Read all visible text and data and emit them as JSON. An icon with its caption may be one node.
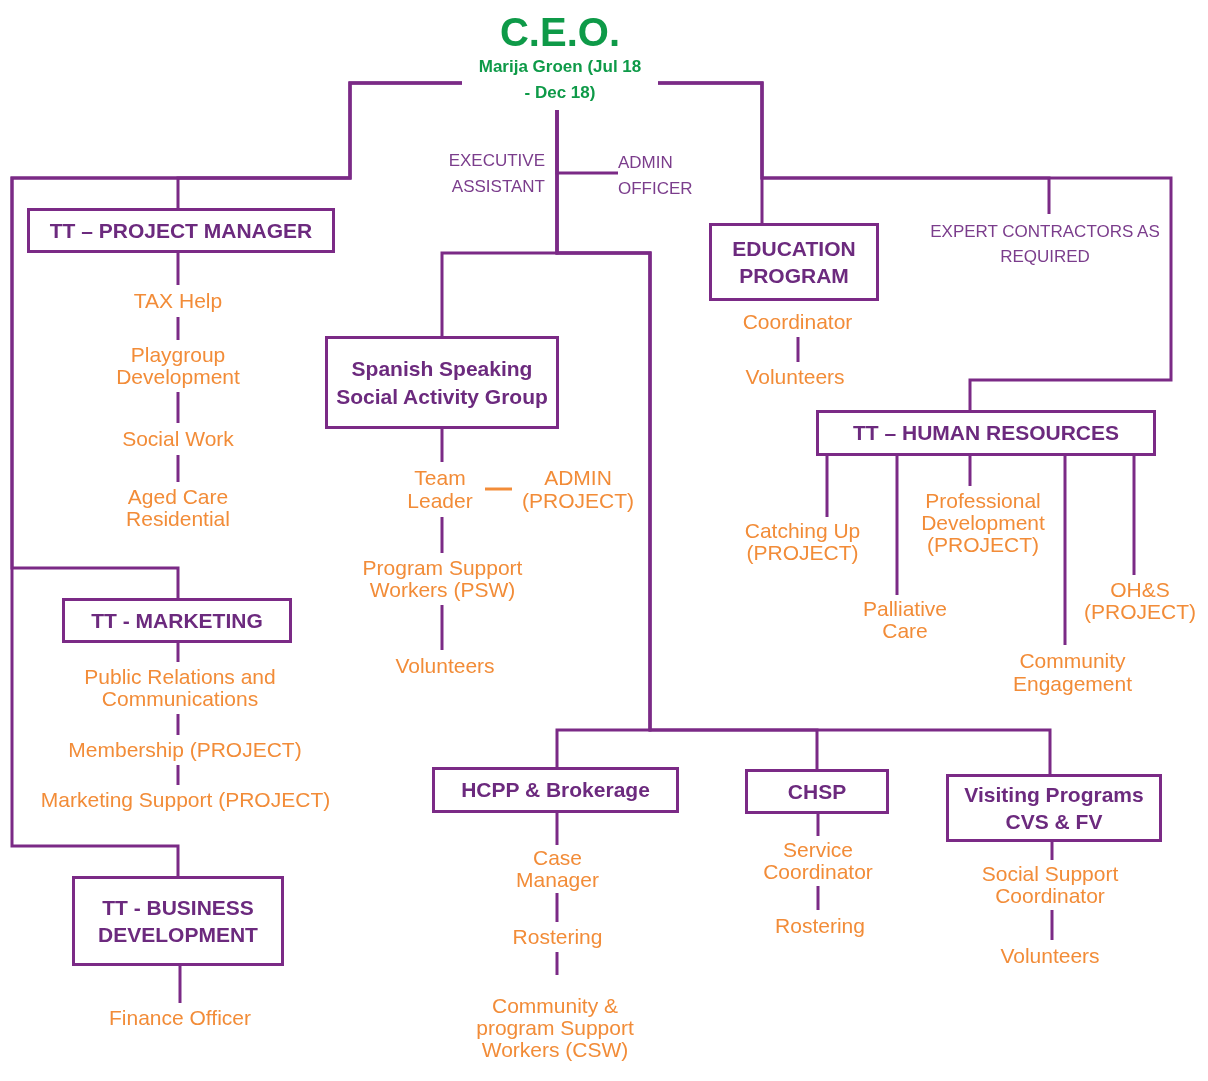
{
  "diagram": {
    "nodes": [
      {
        "text": [
          "C.E.O.",
          "Marija Groen (Jul 18 - Dec 18)"
        ]
      },
      {
        "text": [
          "ADMIN OFFICER"
        ]
      },
      {
        "text": [
          "TT – PROJECT MANAGER"
        ]
      },
      {
        "text": [
          "TAX Help"
        ]
      },
      {
        "text": [
          "Playgroup Development"
        ]
      },
      {
        "text": [
          "Social Work"
        ]
      },
      {
        "text": [
          "Aged Care Residential"
        ]
      },
      {
        "text": [
          "TT - MARKETING"
        ]
      },
      {
        "text": [
          "Public Relations and Communications"
        ]
      },
      {
        "text": [
          "Membership (PROJECT)"
        ]
      },
      {
        "text": [
          "Marketing Support (PROJECT)"
        ]
      },
      {
        "text": [
          "TT - BUSINESS DEVELOPMENT"
        ]
      },
      {
        "text": [
          "Finance Officer"
        ]
      },
      {
        "text": [
          "Spanish Speaking Social Activity Group"
        ]
      },
      {
        "text": [
          "Team Leader"
        ]
      },
      {
        "text": [
          "ADMIN (PROJECT)"
        ]
      },
      {
        "text": [
          "Program Support Workers (PSW)"
        ]
      },
      {
        "text": [
          "Volunteers"
        ]
      },
      {
        "text": [
          "EDUCATION PROGRAM"
        ]
      },
      {
        "text": [
          "Coordinator"
        ]
      },
      {
        "text": [
          "Volunteers"
        ]
      },
      {
        "text": [
          "EXPERT CONTRACTORS AS REQUIRED"
        ]
      },
      {
        "text": [
          "TT – HUMAN RESOURCES"
        ]
      },
      {
        "text": [
          "Catching Up (PROJECT)"
        ]
      },
      {
        "text": [
          "Palliative Care"
        ]
      },
      {
        "text": [
          "Professional Development (PROJECT)"
        ]
      },
      {
        "text": [
          "Community Engagement"
        ]
      },
      {
        "text": [
          "OH&S (PROJECT)"
        ]
      },
      {
        "text": [
          "HCPP & Brokerage"
        ]
      },
      {
        "text": [
          "Case Manager"
        ]
      },
      {
        "text": [
          "Rostering"
        ]
      },
      {
        "text": [
          "Community & program Support Workers (CSW)"
        ]
      },
      {
        "text": [
          "CHSP"
        ]
      },
      {
        "text": [
          "Service Coordinator"
        ]
      },
      {
        "text": [
          "Rostering"
        ]
      },
      {
        "text": [
          "Visiting Programs CVS & FV"
        ]
      },
      {
        "text": [
          "Social Support Coordinator"
        ]
      },
      {
        "text": [
          "Volunteers"
        ]
      }
    ],
    "edges": [
      {
        "from": 0,
        "to": 2,
        "arrow": "none"
      },
      {
        "from": 0,
        "to": 7,
        "arrow": "none"
      },
      {
        "from": 0,
        "to": 11,
        "arrow": "none"
      },
      {
        "from": 0,
        "to": 1,
        "arrow": "none"
      },
      {
        "from": 0,
        "to": 13,
        "arrow": "none"
      },
      {
        "from": 0,
        "to": 28,
        "arrow": "none"
      },
      {
        "from": 0,
        "to": 32,
        "arrow": "none"
      },
      {
        "from": 0,
        "to": 35,
        "arrow": "none"
      },
      {
        "from": 0,
        "to": 18,
        "arrow": "none"
      },
      {
        "from": 0,
        "to": 21,
        "arrow": "none"
      },
      {
        "from": 0,
        "to": 22,
        "arrow": "none"
      },
      {
        "from": 2,
        "to": 3,
        "arrow": "none"
      },
      {
        "from": 3,
        "to": 4,
        "arrow": "none"
      },
      {
        "from": 4,
        "to": 5,
        "arrow": "none"
      },
      {
        "from": 5,
        "to": 6,
        "arrow": "none"
      },
      {
        "from": 7,
        "to": 8,
        "arrow": "none"
      },
      {
        "from": 8,
        "to": 9,
        "arrow": "none"
      },
      {
        "from": 9,
        "to": 10,
        "arrow": "none"
      },
      {
        "from": 11,
        "to": 12,
        "arrow": "none"
      },
      {
        "from": 13,
        "to": 14,
        "arrow": "none"
      },
      {
        "from": 14,
        "to": 15,
        "arrow": "none",
        "color": "#f28c38"
      },
      {
        "from": 14,
        "to": 16,
        "arrow": "none"
      },
      {
        "from": 16,
        "to": 17,
        "arrow": "none"
      },
      {
        "from": 19,
        "to": 20,
        "arrow": "none"
      },
      {
        "from": 22,
        "to": 23,
        "arrow": "none"
      },
      {
        "from": 22,
        "to": 24,
        "arrow": "none"
      },
      {
        "from": 22,
        "to": 25,
        "arrow": "none"
      },
      {
        "from": 22,
        "to": 26,
        "arrow": "none"
      },
      {
        "from": 22,
        "to": 27,
        "arrow": "none"
      },
      {
        "from": 28,
        "to": 29,
        "arrow": "none"
      },
      {
        "from": 29,
        "to": 30,
        "arrow": "none"
      },
      {
        "from": 30,
        "to": 31,
        "arrow": "none"
      },
      {
        "from": 32,
        "to": 33,
        "arrow": "none"
      },
      {
        "from": 33,
        "to": 34,
        "arrow": "none"
      },
      {
        "from": 35,
        "to": 36,
        "arrow": "none"
      },
      {
        "from": 36,
        "to": 37,
        "arrow": "none"
      }
    ],
    "labels": [
      "EXECUTIVE ASSISTANT"
    ]
  }
}
